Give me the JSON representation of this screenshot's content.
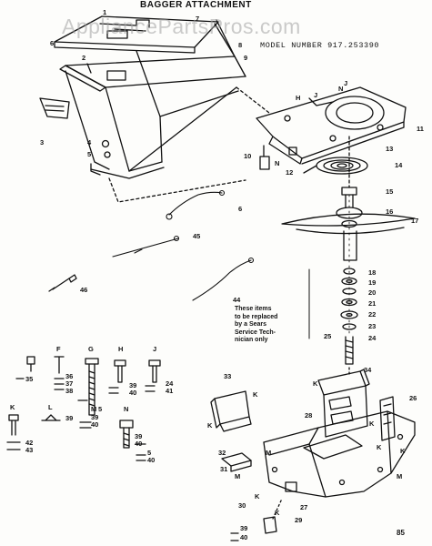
{
  "header": {
    "title": "BAGGER ATTACHMENT",
    "model": "MODEL NUMBER 917.253390",
    "watermark": "AppliancePartsPros.com"
  },
  "note": "These items\nto be replaced\nby a Sears\nService Tech-\nnician only",
  "page_number": "85",
  "colors": {
    "ink": "#111111",
    "paper": "#fdfdfb",
    "watermark": "#a0a0a0"
  },
  "callouts": {
    "c1": "1",
    "c2": "2",
    "c3": "3",
    "c4": "4",
    "c5": "5",
    "c6": "6",
    "c6b": "6",
    "c7": "7",
    "c8": "8",
    "c9": "9",
    "c10": "10",
    "c11": "11",
    "c12": "12",
    "c13": "13",
    "c14": "14",
    "c15": "15",
    "c16": "16",
    "c17": "17",
    "c18": "18",
    "c19": "19",
    "c20": "20",
    "c21": "21",
    "c22": "22",
    "c23": "23",
    "c24": "24",
    "c25": "25",
    "c26": "26",
    "c27": "27",
    "c28": "28",
    "c29": "29",
    "c30": "30",
    "c31": "31",
    "c32": "32",
    "c33": "33",
    "c34": "34",
    "c35": "35",
    "c36": "36",
    "c37": "37",
    "c38": "38",
    "c39": "39",
    "c39b": "39",
    "c39c": "39",
    "c39d": "39",
    "c40": "40",
    "c40b": "40",
    "c40c": "40",
    "c40d": "40",
    "c41": "41",
    "c24b": "24",
    "c42": "42",
    "c43": "43",
    "c44": "44",
    "c45": "45",
    "c46": "46",
    "c5b": "5",
    "c5c": "5",
    "c6c": "6",
    "c2b": "26",
    "lF": "F",
    "lG": "G",
    "lH": "H",
    "lJ": "J",
    "lK": "K",
    "lL": "L",
    "lM": "M",
    "lN": "N",
    "lH2": "H",
    "lJ2": "J",
    "lN2": "N",
    "lK2": "K",
    "lK3": "K",
    "lK4": "K",
    "lM2": "M",
    "lM3": "M",
    "lK5": "K",
    "lK6": "K",
    "lK7": "K",
    "lM4": "M",
    "lK8": "K",
    "lK9": "K"
  }
}
